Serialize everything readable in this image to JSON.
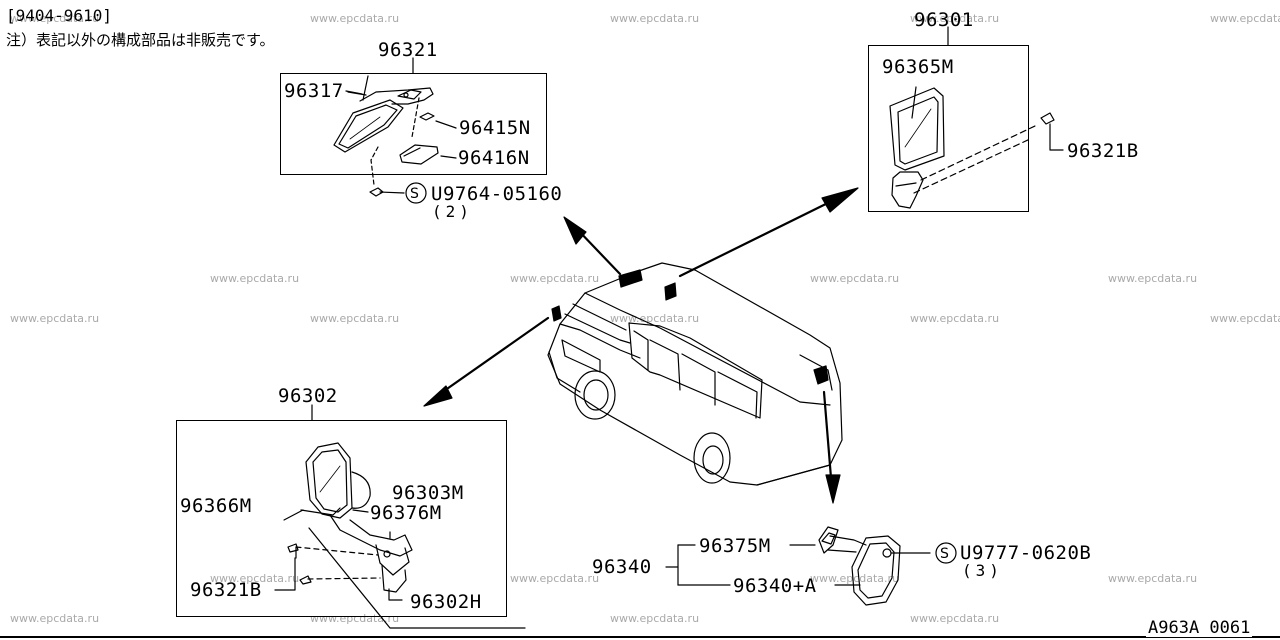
{
  "header": {
    "date_range": "[9404-9610]",
    "note": "注）表記以外の構成部品は非販売です。"
  },
  "watermark": "www.epcdata.ru",
  "inner_mirror": {
    "assembly": "96321",
    "parts": [
      "96317",
      "96415N",
      "96416N"
    ],
    "screw_code": "U9764-05160",
    "screw_qty": "(2)"
  },
  "right_mirror": {
    "assembly": "96301",
    "parts": [
      "96365M",
      "96321B"
    ]
  },
  "left_mirror": {
    "assembly": "96302",
    "parts": [
      "96366M",
      "96303M",
      "96376M",
      "96321B",
      "96302H"
    ]
  },
  "rear_mirror": {
    "assembly": "96340",
    "parts": [
      "96375M",
      "96340+A"
    ],
    "screw_code": "U9777-0620B",
    "screw_qty": "(3)"
  },
  "footer": {
    "diagram_id": "A963A 0061"
  },
  "icons": [
    "screw-symbol-icon"
  ]
}
